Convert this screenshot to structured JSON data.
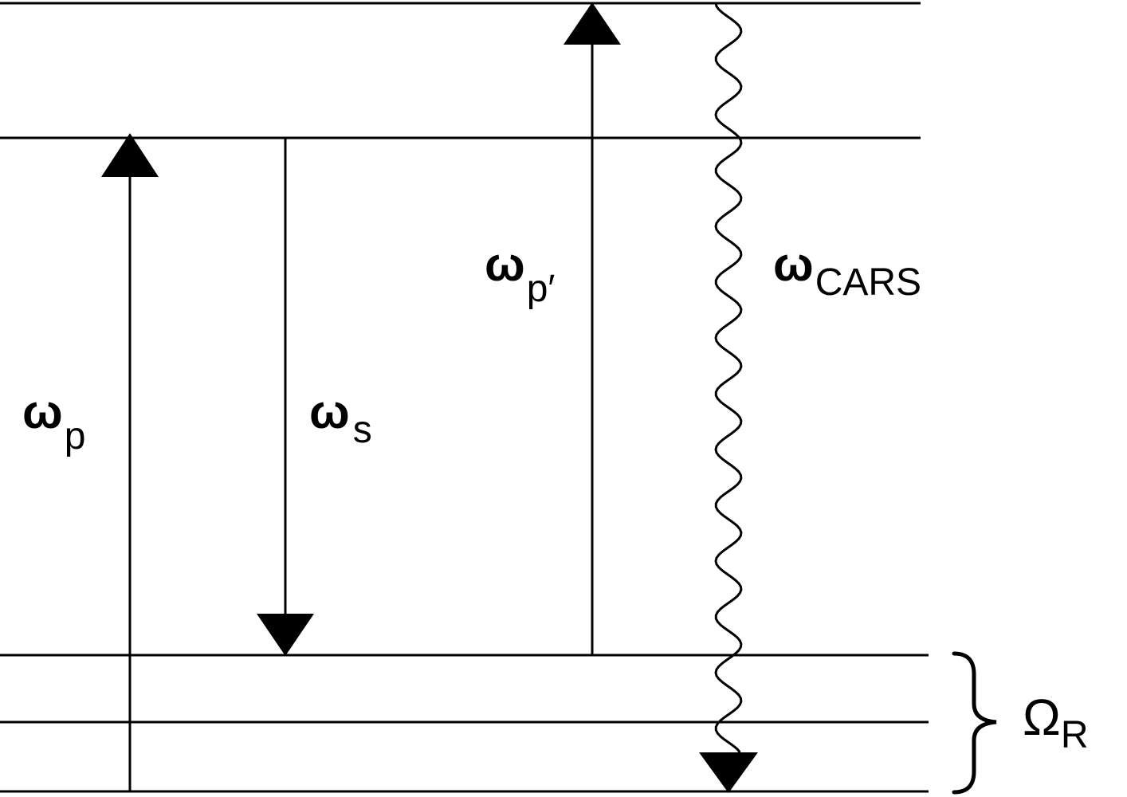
{
  "diagram": {
    "type": "energy-level-diagram",
    "labels": {
      "pump": {
        "symbol": "ω",
        "sub": "p"
      },
      "stokes": {
        "symbol": "ω",
        "sub": "s"
      },
      "probe": {
        "symbol": "ω",
        "sub": "p′"
      },
      "anti_stokes": {
        "symbol": "ω",
        "sub": "CARS"
      },
      "raman": {
        "symbol": "Ω",
        "sub": "R"
      }
    },
    "levels": 5,
    "transitions": [
      {
        "name": "pump",
        "direction": "up"
      },
      {
        "name": "stokes",
        "direction": "down"
      },
      {
        "name": "probe",
        "direction": "up"
      },
      {
        "name": "anti_stokes",
        "direction": "down",
        "style": "wavy"
      }
    ],
    "colors": {
      "line": "#000000",
      "background": "#ffffff"
    }
  }
}
